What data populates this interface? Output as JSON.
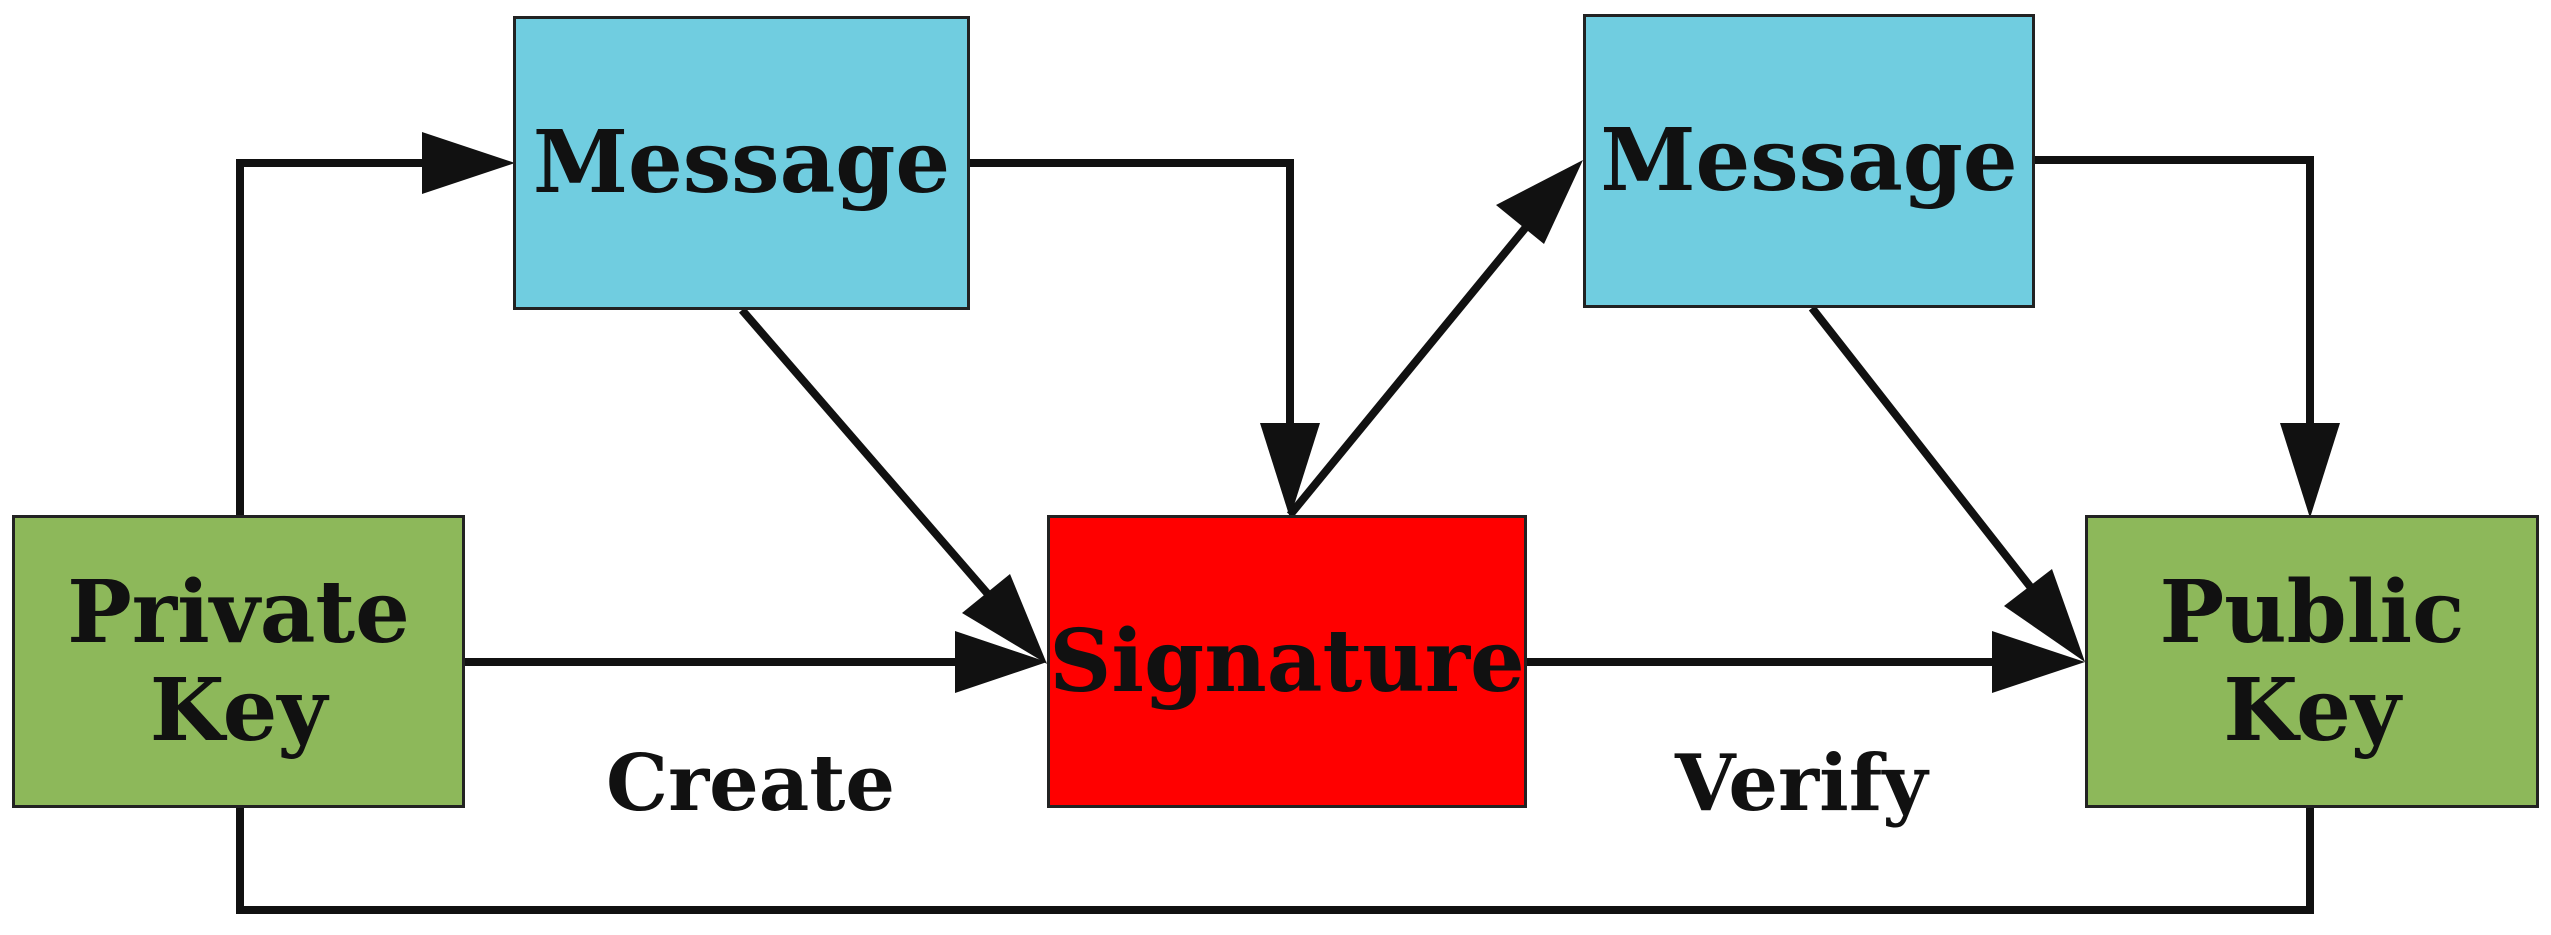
{
  "diagram": {
    "nodes": {
      "message_left": {
        "label": "Message",
        "fill": "#70CDE0"
      },
      "message_right": {
        "label": "Message",
        "fill": "#70CDE0"
      },
      "private_key": {
        "label": "Private\nKey",
        "fill": "#8DB85A"
      },
      "signature": {
        "label": "Signature",
        "fill": "#FF0000"
      },
      "public_key": {
        "label": "Public\nKey",
        "fill": "#8DB85A"
      }
    },
    "captions": {
      "create": "Create",
      "verify": "Verify"
    },
    "edges": [
      {
        "from": "private_key",
        "to": "message_left"
      },
      {
        "from": "private_key",
        "to": "signature"
      },
      {
        "from": "message_left",
        "to": "signature"
      },
      {
        "from": "message_left",
        "to": "signature"
      },
      {
        "from": "signature",
        "to": "message_right"
      },
      {
        "from": "signature",
        "to": "public_key"
      },
      {
        "from": "message_right",
        "to": "public_key"
      },
      {
        "from": "message_right",
        "to": "public_key"
      },
      {
        "from": "private_key",
        "to": "public_key"
      }
    ],
    "colors": {
      "line": "#111111",
      "border": "#222222"
    }
  }
}
